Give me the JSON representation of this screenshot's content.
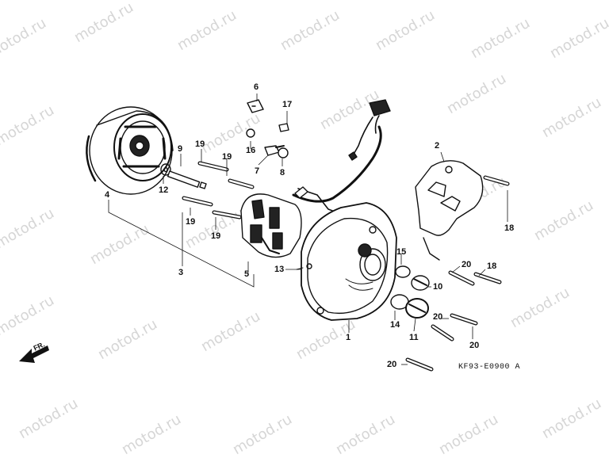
{
  "watermark": "motod.ru",
  "diagram_code": "KF93-E0900 A",
  "front_marker": "FR.",
  "callouts": [
    {
      "id": "p1",
      "text": "1"
    },
    {
      "id": "p2",
      "text": "2"
    },
    {
      "id": "p3",
      "text": "3"
    },
    {
      "id": "p4",
      "text": "4"
    },
    {
      "id": "p5",
      "text": "5"
    },
    {
      "id": "p6",
      "text": "6"
    },
    {
      "id": "p7",
      "text": "7"
    },
    {
      "id": "p8",
      "text": "8"
    },
    {
      "id": "p9",
      "text": "9"
    },
    {
      "id": "p10",
      "text": "10"
    },
    {
      "id": "p11",
      "text": "11"
    },
    {
      "id": "p12",
      "text": "12"
    },
    {
      "id": "p13",
      "text": "13"
    },
    {
      "id": "p14",
      "text": "14"
    },
    {
      "id": "p15",
      "text": "15"
    },
    {
      "id": "p16",
      "text": "16"
    },
    {
      "id": "p17",
      "text": "17"
    },
    {
      "id": "p18a",
      "text": "18"
    },
    {
      "id": "p18b",
      "text": "18"
    },
    {
      "id": "p19a",
      "text": "19"
    },
    {
      "id": "p19b",
      "text": "19"
    },
    {
      "id": "p19c",
      "text": "19"
    },
    {
      "id": "p19d",
      "text": "19"
    },
    {
      "id": "p20a",
      "text": "20"
    },
    {
      "id": "p20b",
      "text": "20"
    },
    {
      "id": "p20c",
      "text": "20"
    },
    {
      "id": "p20d",
      "text": "20"
    }
  ]
}
